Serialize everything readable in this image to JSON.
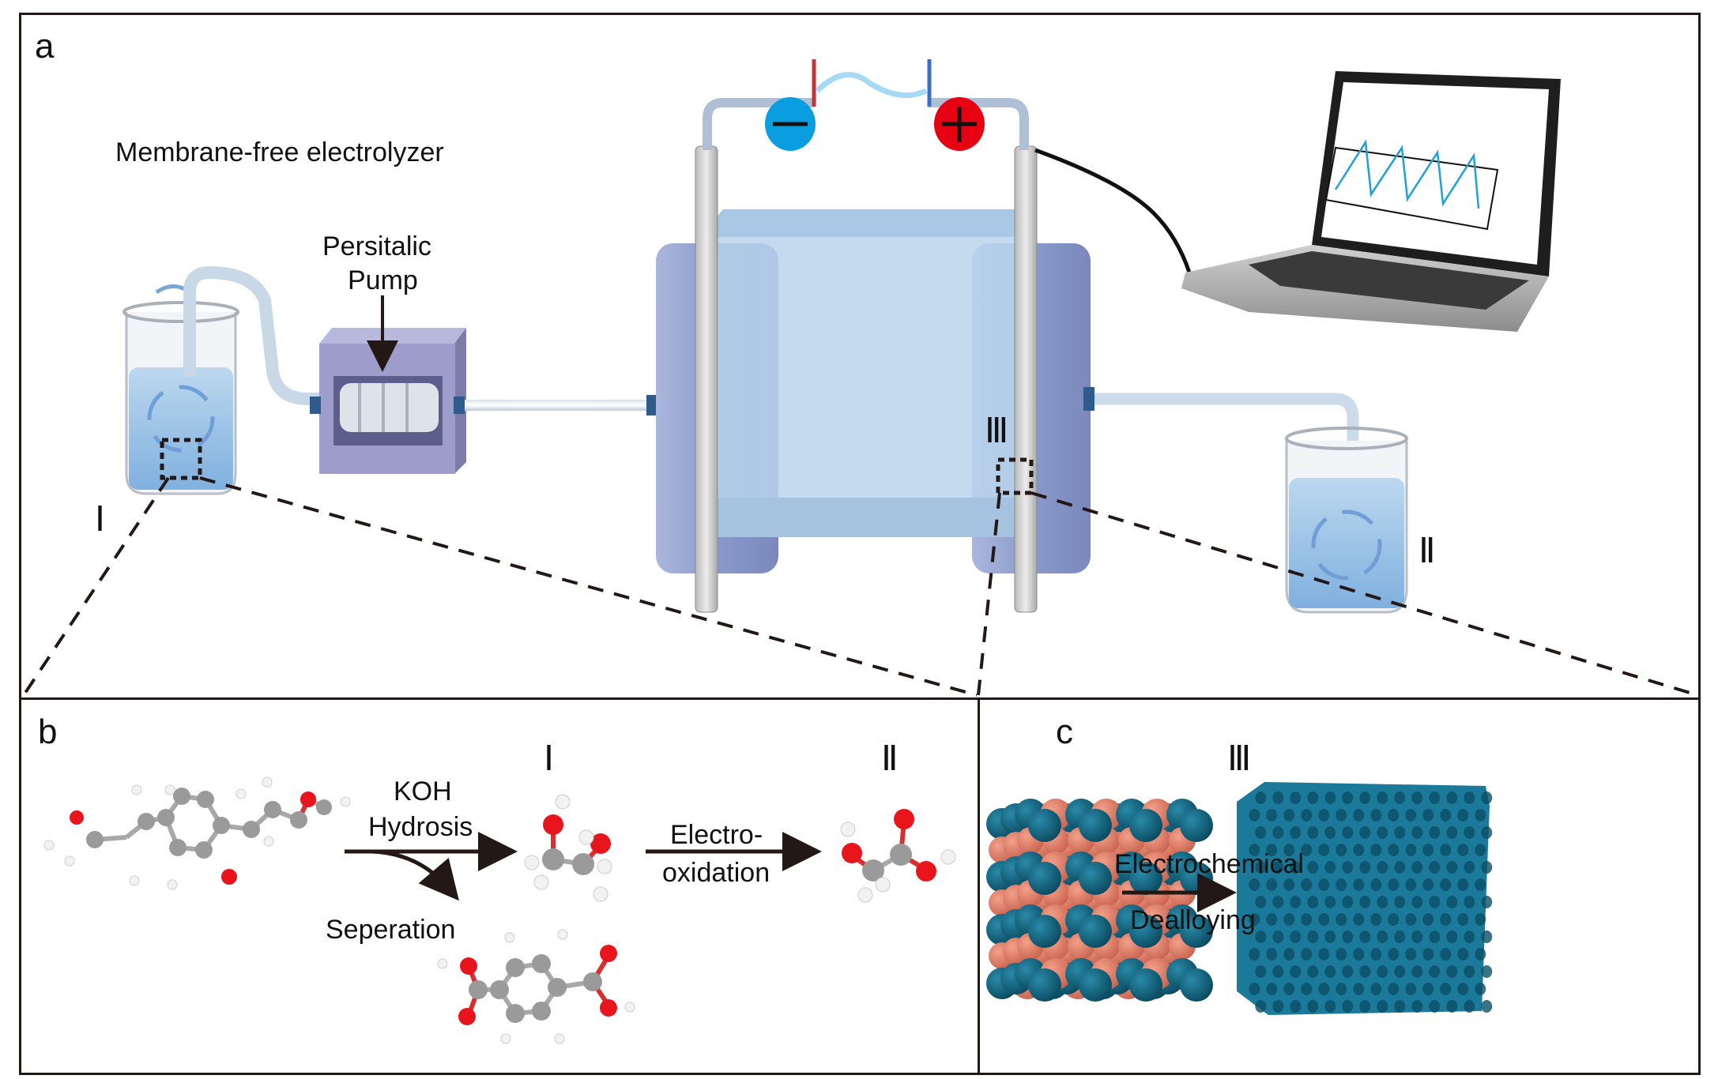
{
  "figure": {
    "panels": {
      "a": {
        "letter": "a",
        "title": "Membrane-free electrolyzer",
        "pump_label_line1": "Persitalic",
        "pump_label_line2": "Pump",
        "electrode_negative_symbol": "−",
        "electrode_positive_symbol": "+",
        "marker_I": "Ⅰ",
        "marker_II": "Ⅱ",
        "marker_III": "Ⅲ"
      },
      "b": {
        "letter": "b",
        "step1_line1": "KOH",
        "step1_line2": "Hydrosis",
        "branch_label": "Seperation",
        "step2_line1": "Electro-",
        "step2_line2": "oxidation",
        "marker_I": "Ⅰ",
        "marker_II": "Ⅱ"
      },
      "c": {
        "letter": "c",
        "step_line1": "Electrochemical",
        "step_line2": "Dealloying",
        "marker_III": "Ⅲ"
      }
    },
    "colors": {
      "frame": "#231815",
      "negative_electrode": "#0a9ee0",
      "positive_electrode": "#e60012",
      "electrolyte": "#9cc4e4",
      "cell_body": "#8fa3d0",
      "pump_body": "#9c9cc8",
      "oxygen_atom": "#e8161c",
      "carbon_atom": "#9a9a9a",
      "hydrogen_atom": "#f2f2f2",
      "alloy_teal": "#0e5f78",
      "alloy_copper": "#e8806a",
      "porous_structure": "#1b7a9a",
      "screen_curve": "#1fa0d8"
    }
  }
}
